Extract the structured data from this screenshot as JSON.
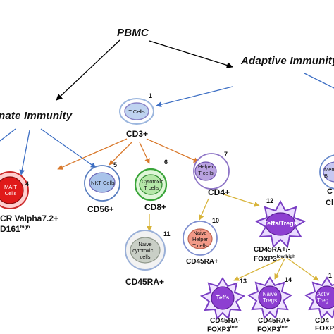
{
  "labels": {
    "pbmc": "PBMC",
    "adaptive": "Adaptive Immunity",
    "innate": "nate Immunity"
  },
  "cells": {
    "c1": {
      "num": "1",
      "inner": "T Cells",
      "marker": "CD3+"
    },
    "c4": {
      "num": "4",
      "inner": "MAIT Cells",
      "marker_line1": "CR Valpha7.2+",
      "marker_line2_main": "D161",
      "marker_line2_sup": "high"
    },
    "c5": {
      "num": "5",
      "inner": "NKT Cells",
      "marker": "CD56+"
    },
    "c6": {
      "num": "6",
      "inner": "Cytotoxic T cells",
      "marker": "CD8+"
    },
    "c7": {
      "num": "7",
      "inner": "Helper T cells",
      "marker": "CD4+"
    },
    "c10": {
      "num": "10",
      "inner": "Naive Helper T cells",
      "marker": "CD45RA+"
    },
    "c11": {
      "num": "11",
      "inner": "Naive cytotoxic T cells",
      "marker": "CD45RA+"
    },
    "c12": {
      "num": "12",
      "inner": "Teffs/Tregs",
      "marker_line1": "CD45RA+/-",
      "marker_line2_main": "FOXP3",
      "marker_line2_sup": "low/high"
    },
    "c13": {
      "num": "13",
      "inner": "Teffs",
      "marker_line1": "CD45RA-",
      "marker_line2_main": "FOXP3",
      "marker_line2_sup": "low"
    },
    "c14": {
      "num": "14",
      "inner": "Naive Tregs",
      "marker_line1": "CD45RA+",
      "marker_line2_main": "FOXP3",
      "marker_line2_sup": "low"
    },
    "c15": {
      "num": "1",
      "inner": "Activ Treg",
      "marker_line1": "CD4",
      "marker_line2_main": "FOXP"
    },
    "cB": {
      "inner": "Mem B",
      "marker_line1": "C",
      "marker_line2_main": "Cl"
    }
  },
  "colors": {
    "black_arrow": "#000000",
    "blue_arrow": "#3d6fc4",
    "orange_arrow": "#d9792c",
    "yellow_arrow": "#d8b43a",
    "t_cell": "#bfd3f0",
    "mait": "#e01a1a",
    "nkt": "#a9c3ea",
    "cytotoxic": "#4cc94c",
    "helper": "#b9a2e0",
    "naive_helper": "#f29a88",
    "naive_cytotoxic": "#c9cfc6",
    "treg": "#8d3fd1"
  }
}
